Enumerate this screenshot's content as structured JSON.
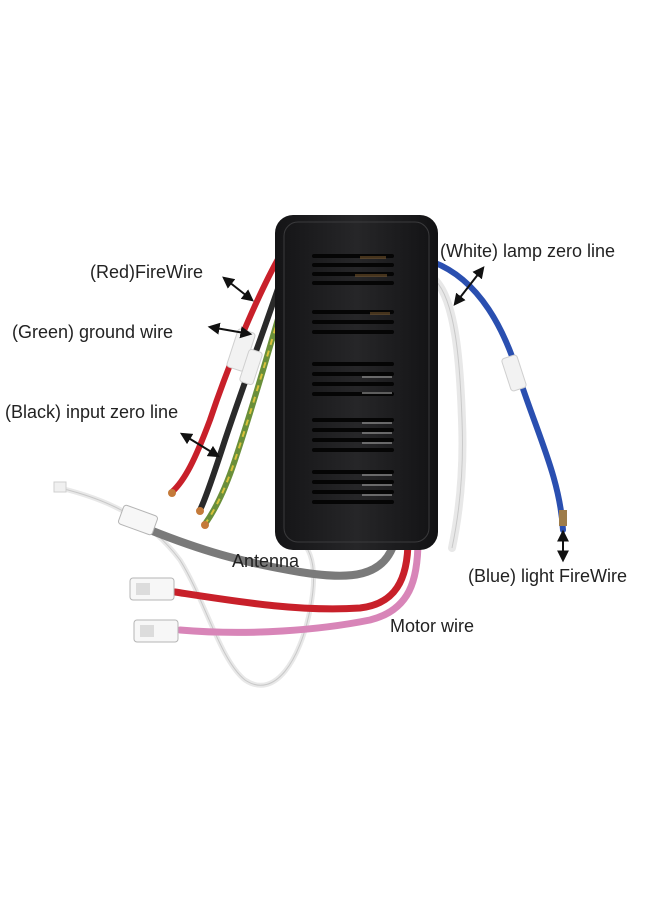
{
  "labels": {
    "red_firewire": "(Red)FireWire",
    "green_ground": "(Green) ground wire",
    "black_input_zero": "(Black) input zero line",
    "white_lamp_zero": "(White) lamp zero line",
    "blue_light_firewire": "(Blue) light FireWire",
    "antenna": "Antenna",
    "motor_wire": "Motor wire"
  },
  "colors": {
    "housing": "#1c1c1e",
    "red_wire": "#c8202a",
    "green_wire": "#6a8f3a",
    "yellow_stripe": "#d9c23a",
    "black_wire": "#2a2a2a",
    "white_wire": "#eeeeee",
    "blue_wire": "#2a4fb0",
    "grey_wire": "#7a7a7a",
    "pink_wire": "#d885b8",
    "arrow": "#111111"
  }
}
